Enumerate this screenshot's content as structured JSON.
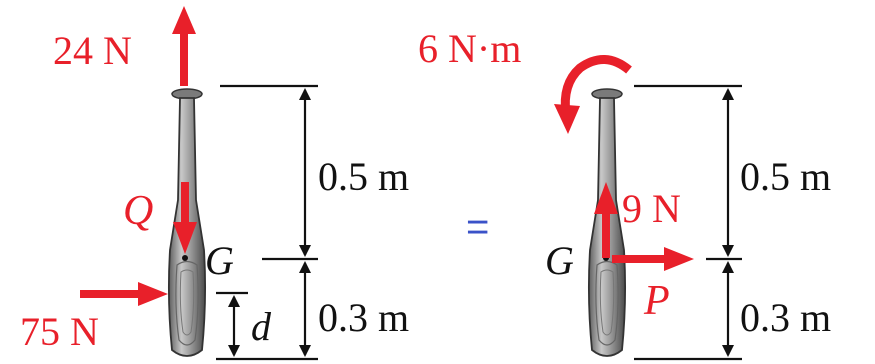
{
  "left_system": {
    "force_top": "24 N",
    "force_q": "Q",
    "force_side": "75 N",
    "center_label": "G",
    "dim_upper": "0.5 m",
    "dim_lower": "0.3 m",
    "dim_d": "d"
  },
  "equals_sign": "=",
  "right_system": {
    "moment": "6 N·m",
    "force_up": "9 N",
    "force_p": "P",
    "center_label": "G",
    "dim_upper": "0.5 m",
    "dim_lower": "0.3 m"
  },
  "colors": {
    "force_red": "#e8202a",
    "equals_blue": "#3a52c8",
    "bat_gray": "#8a8a8a"
  }
}
